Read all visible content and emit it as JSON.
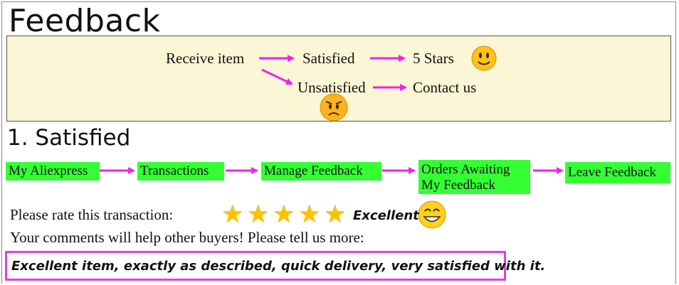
{
  "page": {
    "title": "Feedback"
  },
  "flow": {
    "receive": "Receive item",
    "satisfied": "Satisfied",
    "stars": "5 Stars",
    "unsatisfied": "Unsatisfied",
    "contact": "Contact us",
    "happy_icon": "happy-face-icon",
    "sad_icon": "sad-face-icon"
  },
  "section": {
    "title": "1. Satisfied"
  },
  "steps": [
    {
      "label": "My Aliexpress"
    },
    {
      "label": "Transactions"
    },
    {
      "label": "Manage Feedback"
    },
    {
      "line1": "Orders Awaiting",
      "line2": "My Feedback"
    },
    {
      "label": "Leave Feedback"
    }
  ],
  "rating": {
    "prompt": "Please rate this transaction:",
    "stars": 5,
    "max_stars": 5,
    "rating_label": "Excellent",
    "comments_prompt": "Your comments will help other buyers! Please tell us more:",
    "comment": "Excellent item, exactly as described, quick delivery, very satisfied with it."
  },
  "colors": {
    "arrow": "#ee22ee",
    "step_bg": "#33ff33",
    "flow_bg": "#fbf6d5",
    "star": "#ffc200",
    "comment_border": "#e040e0"
  }
}
